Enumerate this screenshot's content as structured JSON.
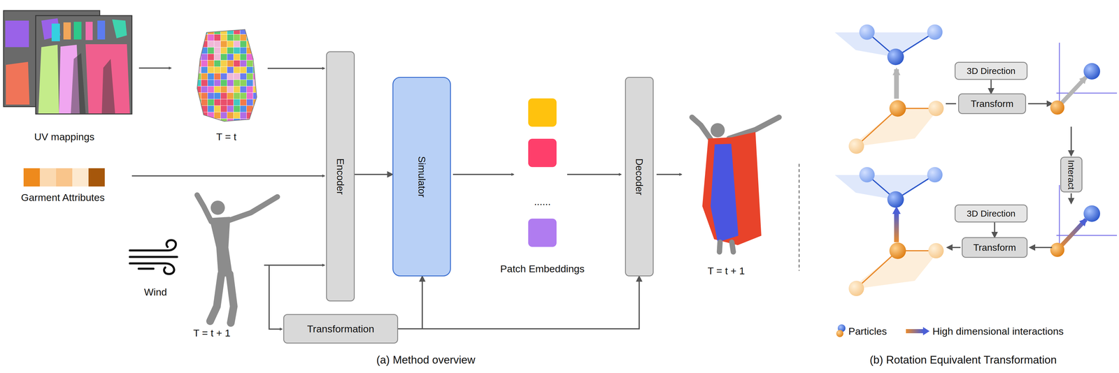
{
  "diagram": {
    "nodes": [
      {
        "text": [
          "Encoder"
        ]
      },
      {
        "text": [
          "Simulator"
        ]
      },
      {
        "text": [
          "Decoder"
        ]
      },
      {
        "text": [
          "Transformation"
        ]
      },
      {
        "text": [
          "3D Direction"
        ]
      },
      {
        "text": [
          "Transform"
        ]
      },
      {
        "text": [
          "Interact"
        ]
      },
      {
        "text": [
          "3D Direction"
        ]
      },
      {
        "text": [
          "Transform"
        ]
      }
    ],
    "edges": [
      {
        "from": 0,
        "to": 1,
        "arrow": "to"
      },
      {
        "from": 3,
        "to": 1,
        "arrow": "to"
      },
      {
        "from": 3,
        "to": 2,
        "arrow": "to"
      },
      {
        "from": 4,
        "to": 5,
        "arrow": "to"
      },
      {
        "from": 7,
        "to": 8,
        "arrow": "to"
      }
    ],
    "labels": [
      "UV mappings",
      "T = t",
      "Garment Attributes",
      "Wind",
      "T = t + 1",
      "......",
      "Patch Embeddings",
      "T = t + 1",
      "(a) Method overview",
      "(b) Rotation Equivalent Transformation"
    ],
    "legend": [
      {
        "text": "Particles"
      },
      {
        "text": "High dimensional interactions"
      }
    ]
  }
}
